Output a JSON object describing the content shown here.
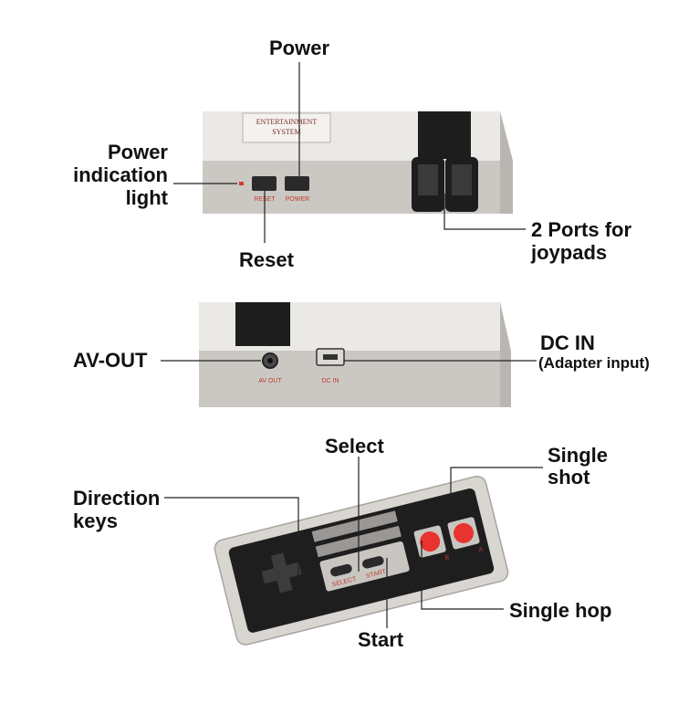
{
  "panel1": {
    "badge_line1": "ENTERTAINMENT",
    "badge_line2": "SYSTEM",
    "reset_tag": "RESET",
    "power_tag": "POWER",
    "labels": {
      "power": "Power",
      "power_light_1": "Power",
      "power_light_2": "indication",
      "power_light_3": "light",
      "reset": "Reset",
      "ports_1": "2 Ports for",
      "ports_2": "joypads"
    }
  },
  "panel2": {
    "av_tag": "AV OUT",
    "dc_tag": "DC IN",
    "labels": {
      "av_out": "AV-OUT",
      "dc_in": "DC IN",
      "dc_in_sub": "(Adapter input)"
    }
  },
  "panel3": {
    "select_tag": "SELECT",
    "start_tag": "START",
    "b_tag": "B",
    "a_tag": "A",
    "labels": {
      "select": "Select",
      "start": "Start",
      "direction_1": "Direction",
      "direction_2": "keys",
      "single_shot_1": "Single",
      "single_shot_2": "shot",
      "single_hop": "Single hop"
    }
  },
  "colors": {
    "console_light": "#e9e7e4",
    "console_body": "#c9c6c2",
    "port_black": "#1d1d1d",
    "button_red": "#e8332f",
    "pad_grey": "#595959"
  }
}
